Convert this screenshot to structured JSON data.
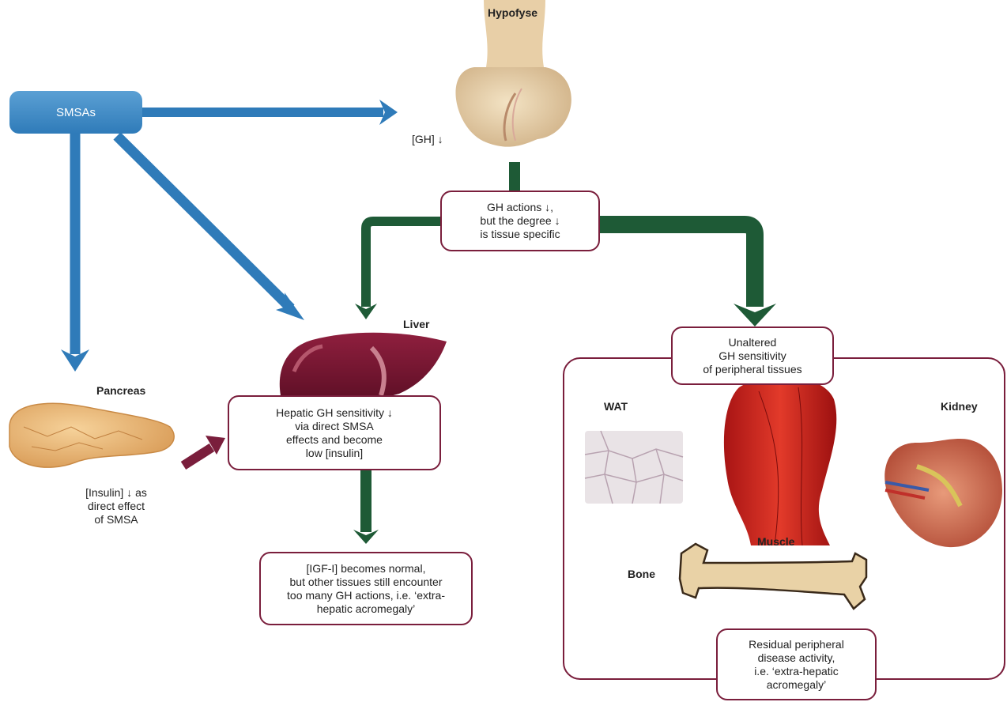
{
  "smsa_label": "SMSAs",
  "labels": {
    "hypofyse": "Hypofyse",
    "gh": "[GH] ↓",
    "liver": "Liver",
    "pancreas": "Pancreas",
    "insulin_note": "[Insulin] ↓ as\ndirect effect\nof SMSA",
    "wat": "WAT",
    "kidney": "Kidney",
    "muscle": "Muscle",
    "bone": "Bone"
  },
  "boxes": {
    "gh_actions": "GH actions ↓,\nbut the degree ↓\nis tissue specific",
    "hepatic": "Hepatic GH sensitivity ↓\nvia direct SMSA\neffects and become\nlow [insulin]",
    "igf": "[IGF-I] becomes normal,\nbut other tissues still encounter\ntoo many GH actions, i.e. ‘extra-\nhepatic acromegaly’",
    "unaltered": "Unaltered\nGH sensitivity\nof peripheral tissues",
    "residual": "Residual peripheral\ndisease activity,\ni.e. ‘extra-hepatic\nacromegaly’"
  },
  "colors": {
    "blue_arrow": "#2f7bb9",
    "green_arrow": "#1e5a36",
    "maroon": "#7a1e3c"
  }
}
